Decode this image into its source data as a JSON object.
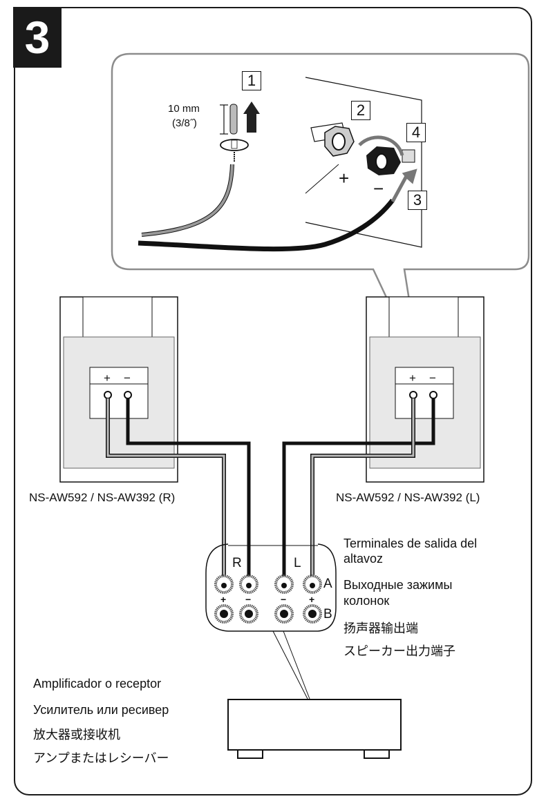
{
  "step": {
    "number": "3"
  },
  "detail": {
    "strip_length": "10 mm",
    "strip_length_inch": "(3/8˝)",
    "steps": [
      "1",
      "2",
      "3",
      "4"
    ],
    "polarity_plus": "+",
    "polarity_minus": "−"
  },
  "speakers": {
    "right": {
      "label": "NS-AW592 / NS-AW392 (R)",
      "plus": "+",
      "minus": "−"
    },
    "left": {
      "label": "NS-AW592 / NS-AW392 (L)",
      "plus": "+",
      "minus": "−"
    }
  },
  "amp_terminals": {
    "channel_r": "R",
    "channel_l": "L",
    "row_a": "A",
    "row_b": "B",
    "signs": [
      "+",
      "−",
      "−",
      "+"
    ]
  },
  "terminal_caption": {
    "es": "Terminales de salida del altavoz",
    "es_line1": "Terminales de salida del",
    "es_line2": "altavoz",
    "ru_line1": "Выходные зажимы",
    "ru_line2": "колонок",
    "zh": "扬声器输出端",
    "ja": "スピーカー出力端子"
  },
  "amplifier_caption": {
    "es": "Amplificador o receptor",
    "ru": "Усилитель или ресивер",
    "zh": "放大器或接收机",
    "ja": "アンプまたはレシーバー"
  },
  "colors": {
    "line": "#1a1a1a",
    "wire_gray": "#9a9a9a",
    "callout_border": "#8c8c8c"
  }
}
